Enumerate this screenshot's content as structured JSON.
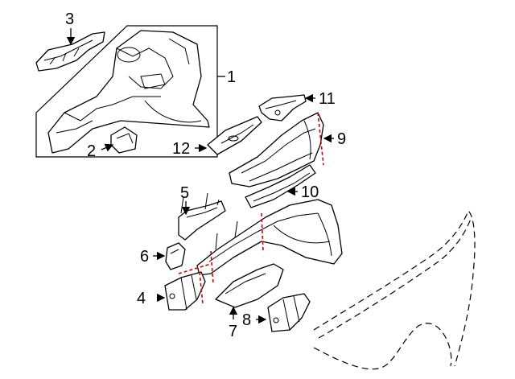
{
  "diagram": {
    "callouts": [
      {
        "id": "p1",
        "label": "1"
      },
      {
        "id": "p2",
        "label": "2"
      },
      {
        "id": "p3",
        "label": "3"
      },
      {
        "id": "p4",
        "label": "4"
      },
      {
        "id": "p5",
        "label": "5"
      },
      {
        "id": "p6",
        "label": "6"
      },
      {
        "id": "p7",
        "label": "7"
      },
      {
        "id": "p8",
        "label": "8"
      },
      {
        "id": "p9",
        "label": "9"
      },
      {
        "id": "p10",
        "label": "10"
      },
      {
        "id": "p11",
        "label": "11"
      },
      {
        "id": "p12",
        "label": "12"
      }
    ],
    "colors": {
      "line": "#000000",
      "cut_line": "#d40000",
      "background": "#ffffff"
    }
  }
}
